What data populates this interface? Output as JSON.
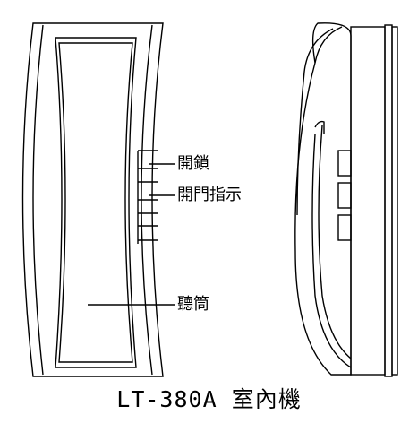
{
  "labels": {
    "unlock": "開鎖",
    "door_open_indicator": "開門指示",
    "handset": "聽筒"
  },
  "caption": "LT-380A 室內機"
}
